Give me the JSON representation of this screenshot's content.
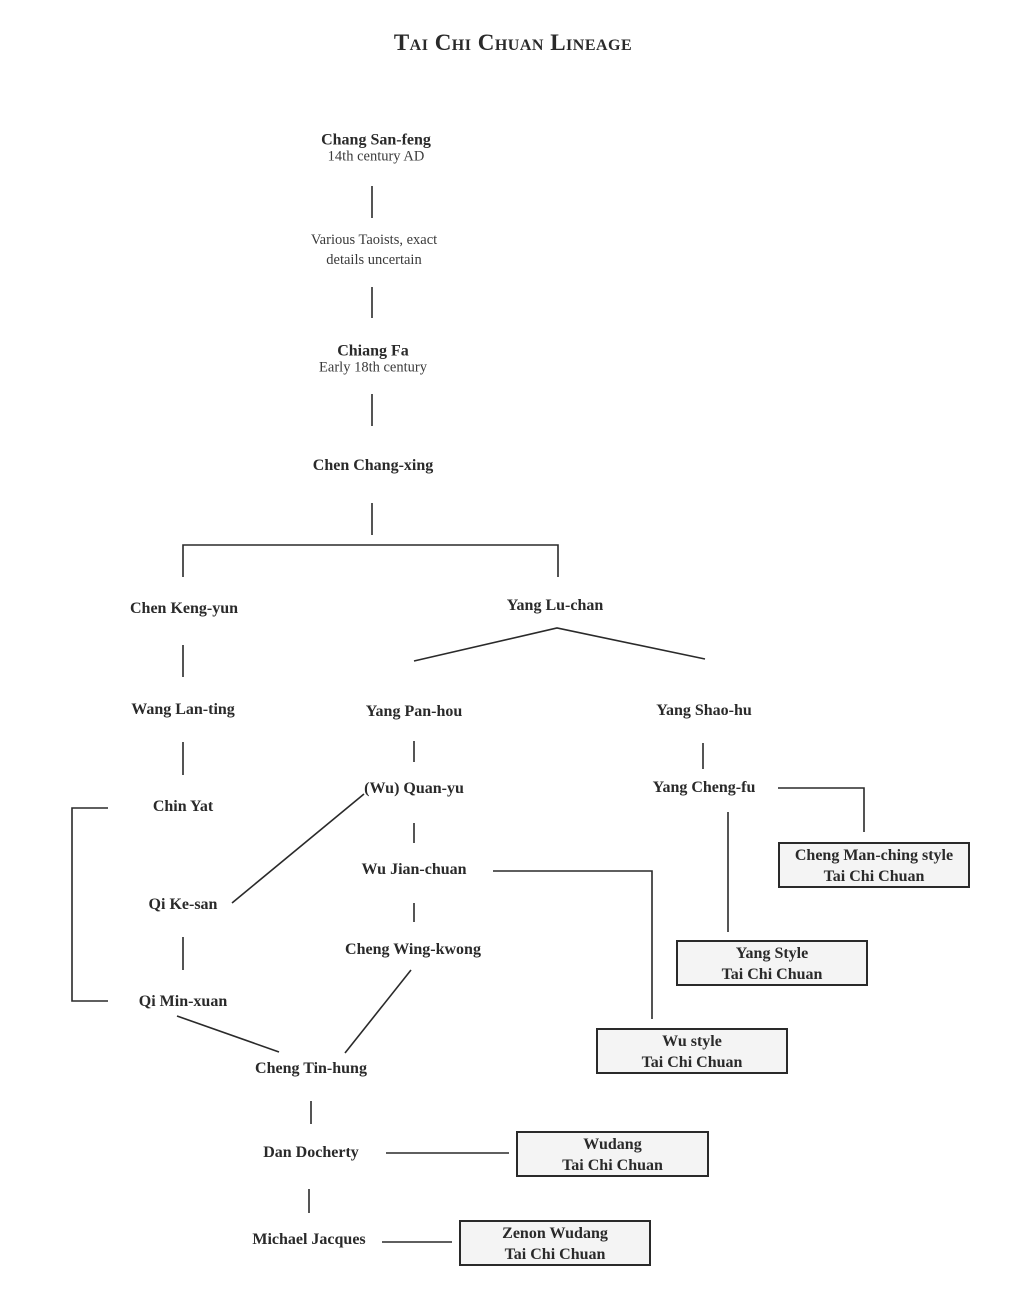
{
  "title": "Tai Chi Chuan Lineage",
  "people": {
    "chang_san_feng": {
      "name": "Chang San-feng",
      "note": "14th century AD"
    },
    "various_taoists": {
      "line1": "Various Taoists, exact",
      "line2": "details uncertain"
    },
    "chiang_fa": {
      "name": "Chiang Fa",
      "note": "Early 18th century"
    },
    "chen_chang_xing": "Chen Chang-xing",
    "chen_keng_yun": "Chen Keng-yun",
    "yang_lu_chan": "Yang Lu-chan",
    "wang_lan_ting": "Wang Lan-ting",
    "yang_pan_hou": "Yang Pan-hou",
    "yang_shao_hu": "Yang Shao-hu",
    "chin_yat": "Chin Yat",
    "wu_quan_yu": "(Wu) Quan-yu",
    "yang_cheng_fu": "Yang Cheng-fu",
    "qi_ke_san": "Qi Ke-san",
    "wu_jian_chuan": "Wu Jian-chuan",
    "cheng_wing_kwong": "Cheng Wing-kwong",
    "qi_min_xuan": "Qi Min-xuan",
    "cheng_tin_hung": "Cheng Tin-hung",
    "dan_docherty": "Dan Docherty",
    "michael_jacques": "Michael Jacques"
  },
  "styles": {
    "cheng_man_ching": {
      "line1": "Cheng Man-ching style",
      "line2": "Tai Chi Chuan"
    },
    "yang": {
      "line1": "Yang Style",
      "line2": "Tai Chi Chuan"
    },
    "wu": {
      "line1": "Wu style",
      "line2": "Tai Chi Chuan"
    },
    "wudang": {
      "line1": "Wudang",
      "line2": "Tai Chi Chuan"
    },
    "zenon_wudang": {
      "line1": "Zenon Wudang",
      "line2": "Tai Chi Chuan"
    }
  }
}
